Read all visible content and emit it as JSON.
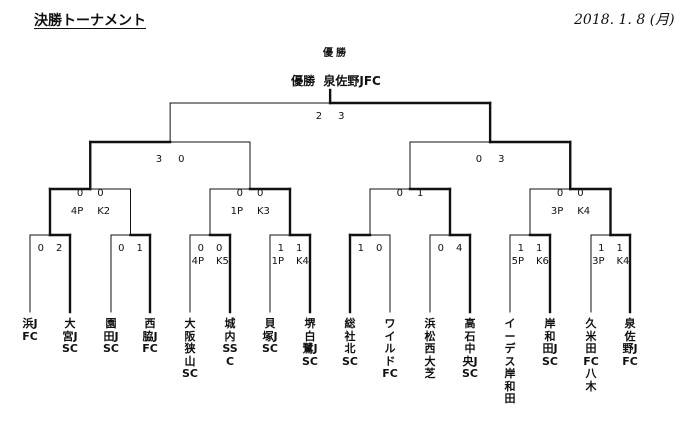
{
  "header": {
    "title": "決勝トーナメント",
    "date": "2018. 1. 8 (月)"
  },
  "champion": {
    "heading": "優勝",
    "label": "優勝",
    "team": "泉佐野JFC"
  },
  "teams": [
    "浜JFC",
    "大宮JSC",
    "園田JSC",
    "西脇JFC",
    "大阪狭山SC",
    "城内SSC",
    "貝塚JSC",
    "堺白鷺JSC",
    "総社北SC",
    "ワイルドFC",
    "浜松西大芝",
    "高石中央JSC",
    "イーデス岸和田",
    "岸和田JSC",
    "久米田FC八木",
    "泉佐野JFC"
  ],
  "matches": {
    "r1": [
      {
        "left": "0",
        "right": "2"
      },
      {
        "left": "0",
        "right": "1"
      },
      {
        "left": "0",
        "right": "0",
        "left_pk": "4P",
        "right_pk": "K5"
      },
      {
        "left": "1",
        "right": "1",
        "left_pk": "1P",
        "right_pk": "K4"
      },
      {
        "left": "1",
        "right": "0"
      },
      {
        "left": "0",
        "right": "4"
      },
      {
        "left": "1",
        "right": "1",
        "left_pk": "5P",
        "right_pk": "K6"
      },
      {
        "left": "1",
        "right": "1",
        "left_pk": "3P",
        "right_pk": "K4"
      }
    ],
    "r2": [
      {
        "left": "0",
        "right": "0",
        "left_pk": "4P",
        "right_pk": "K2"
      },
      {
        "left": "0",
        "right": "0",
        "left_pk": "1P",
        "right_pk": "K3"
      },
      {
        "left": "0",
        "right": "1"
      },
      {
        "left": "0",
        "right": "0",
        "left_pk": "3P",
        "right_pk": "K4"
      }
    ],
    "sf": [
      {
        "left": "3",
        "right": "0"
      },
      {
        "left": "0",
        "right": "3"
      }
    ],
    "final": {
      "left": "2",
      "right": "3"
    }
  }
}
